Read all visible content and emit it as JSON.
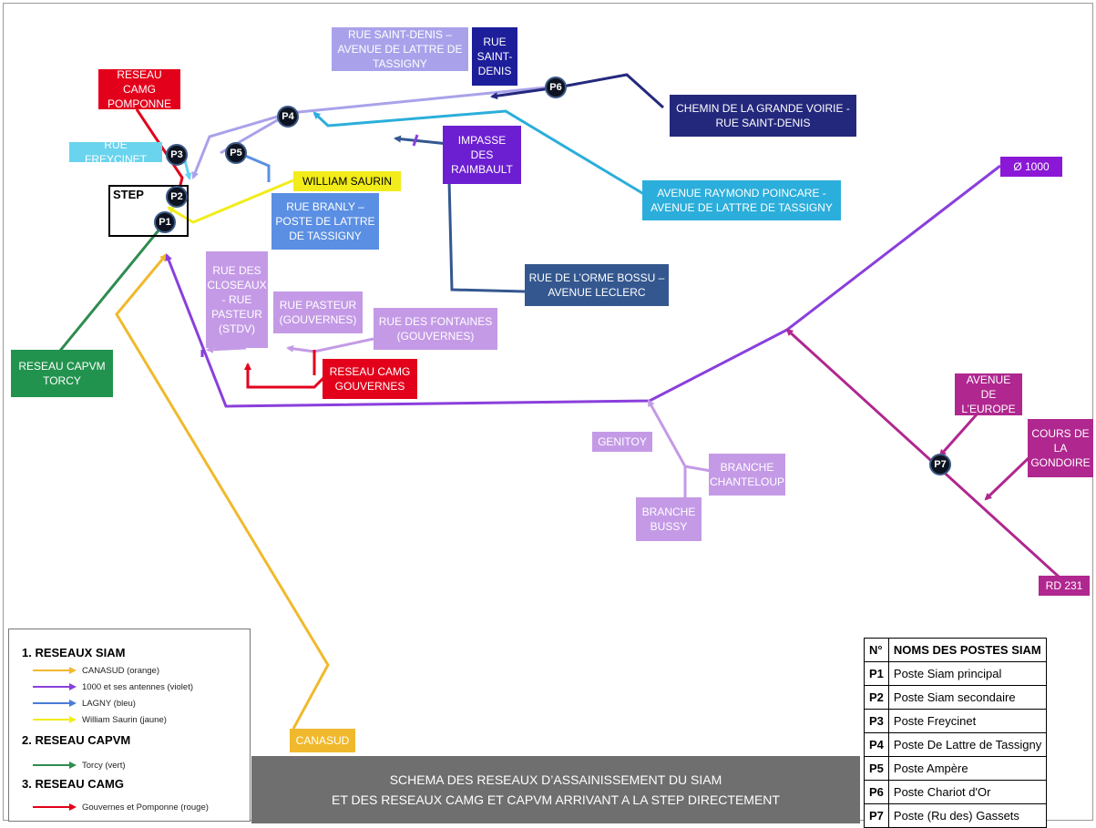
{
  "title": {
    "line1": "SCHEMA DES RESEAUX D’ASSAINISSEMENT DU SIAM",
    "line2": "ET DES RESEAUX CAMG ET CAPVM ARRIVANT A LA STEP DIRECTEMENT"
  },
  "step_label": "STEP",
  "labels": {
    "rue_saint_denis_lattre": "RUE SAINT-DENIS – AVENUE DE LATTRE DE TASSIGNY",
    "rue_saint_denis": "RUE SAINT-DENIS",
    "reseau_camg_pomponne": "RESEAU CAMG POMPONNE",
    "chemin_grande_voirie": "CHEMIN DE LA GRANDE VOIRIE - RUE SAINT-DENIS",
    "impasse_raimbault": "IMPASSE DES RAIMBAULT",
    "rue_freycinet": "RUE FREYCINET",
    "william_saurin": "WILLIAM SAURIN",
    "avenue_raymond_poincare": "AVENUE RAYMOND POINCARE - AVENUE DE LATTRE DE TASSIGNY",
    "phi_1000": "Ø 1000",
    "rue_branly": "RUE BRANLY – POSTE DE LATTRE DE TASSIGNY",
    "rue_orme_bossu": "RUE DE L’ORME BOSSU – AVENUE LECLERC",
    "rue_closeaux": "RUE DES CLOSEAUX - RUE PASTEUR (STDV)",
    "rue_pasteur": "RUE PASTEUR (GOUVERNES)",
    "rue_fontaines": "RUE DES FONTAINES (GOUVERNES)",
    "reseau_camg_gouvernes": "RESEAU CAMG GOUVERNES",
    "reseau_capvm_torcy": "RESEAU CAPVM TORCY",
    "avenue_europe": "AVENUE DE L’EUROPE",
    "cours_gondoire": "COURS DE LA GONDOIRE",
    "genitoy": "GENITOY",
    "branche_chanteloup": "BRANCHE CHANTELOUP",
    "branche_bussy": "BRANCHE BUSSY",
    "rd_231": "RD 231",
    "canasud": "CANASUD"
  },
  "posts": [
    "P1",
    "P2",
    "P3",
    "P4",
    "P5",
    "P6",
    "P7"
  ],
  "legend": {
    "section1": "1. RESEAUX SIAM",
    "canasud": "CANASUD (orange)",
    "violet": "1000 et ses antennes (violet)",
    "lagny": "LAGNY (bleu)",
    "jaune": "William Saurin (jaune)",
    "section2": "2. RESEAU CAPVM",
    "torcy": "Torcy (vert)",
    "section3": "3. RESEAU CAMG",
    "rouge": "Gouvernes et Pomponne (rouge)"
  },
  "table": {
    "col1": "N°",
    "col2": "NOMS DES POSTES SIAM",
    "rows": [
      {
        "id": "P1",
        "name": "Poste Siam principal"
      },
      {
        "id": "P2",
        "name": "Poste Siam secondaire"
      },
      {
        "id": "P3",
        "name": "Poste Freycinet"
      },
      {
        "id": "P4",
        "name": "Poste De Lattre de Tassigny"
      },
      {
        "id": "P5",
        "name": "Poste Ampère"
      },
      {
        "id": "P6",
        "name": "Poste Chariot d'Or"
      },
      {
        "id": "P7",
        "name": "Poste (Ru des) Gassets"
      }
    ]
  },
  "colors": {
    "orange": "#f0b92d",
    "violet": "#8a3fdc",
    "magenta": "#b0278f",
    "lagny_light": "#a9a2ea",
    "lagny_cyan": "#2baedb",
    "lagny_dark": "#24287d",
    "lagny_blue": "#34578f",
    "yellow": "#f2ec1a",
    "green": "#2e8c4f",
    "red": "#e3001b",
    "light_violet": "#c49ae6"
  }
}
